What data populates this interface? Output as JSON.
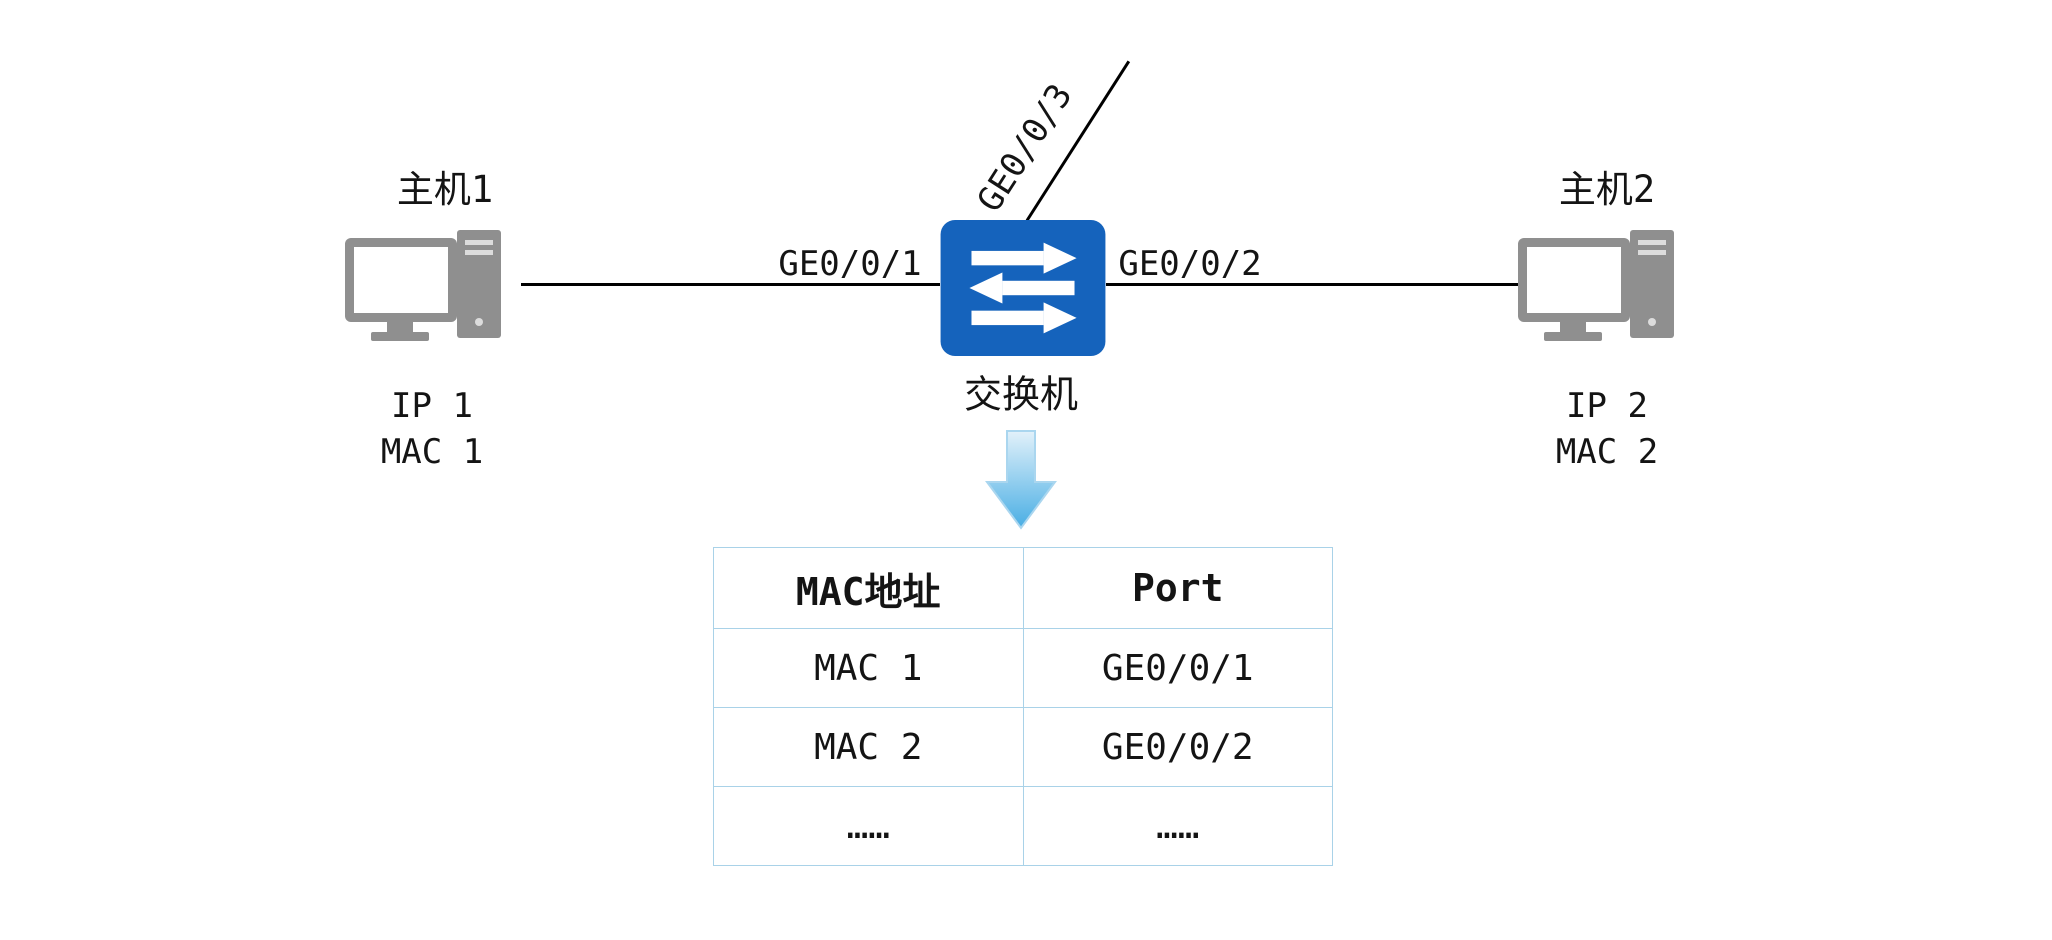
{
  "diagram": {
    "hosts": [
      {
        "name": "主机1",
        "ip": "IP 1",
        "mac": "MAC 1"
      },
      {
        "name": "主机2",
        "ip": "IP 2",
        "mac": "MAC 2"
      }
    ],
    "switch_label": "交换机",
    "ports": {
      "left": "GE0/0/1",
      "right": "GE0/0/2",
      "uplink": "GE0/0/3"
    }
  },
  "mac_table": {
    "headers": [
      "MAC地址",
      "Port"
    ],
    "rows": [
      [
        "MAC 1",
        "GE0/0/1"
      ],
      [
        "MAC 2",
        "GE0/0/2"
      ],
      [
        "……",
        "……"
      ]
    ]
  },
  "colors": {
    "switch_blue": "#1563bc",
    "arrow_blue": "#49aee4",
    "table_border": "#a9d2e8",
    "pc_gray": "#8f8f8f",
    "line_black": "#000000"
  }
}
